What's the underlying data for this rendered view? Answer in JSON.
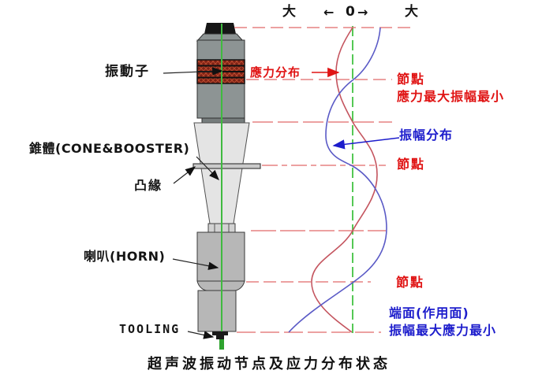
{
  "header": {
    "big_left": "大",
    "arrow_left": "←",
    "zero": "0",
    "arrow_right": "→",
    "big_right": "大"
  },
  "parts": {
    "transducer": "振動子",
    "cone_booster": "錐體(CONE&BOOSTER)",
    "flange": "凸緣",
    "horn": "喇叭(HORN)",
    "tooling": "TOOLING"
  },
  "annotations": {
    "stress_distribution": "應力分布",
    "node_top": "節點",
    "node_top_note": "應力最大振幅最小",
    "amplitude_distribution": "振幅分布",
    "node_mid": "節點",
    "node_bottom": "節點",
    "end_face": "端面(作用面)",
    "end_face_note": "振幅最大應力最小"
  },
  "caption": {
    "text": "超声波振动节点及应力分布状态"
  },
  "colors": {
    "annotation_red": "#e01414",
    "annotation_blue": "#1d1dcc",
    "stress_curve_red": "#c4545e",
    "amplitude_curve_blue": "#5a5ac6",
    "node_line_salmon": "#e58282",
    "axis_green": "#3fba3f"
  }
}
